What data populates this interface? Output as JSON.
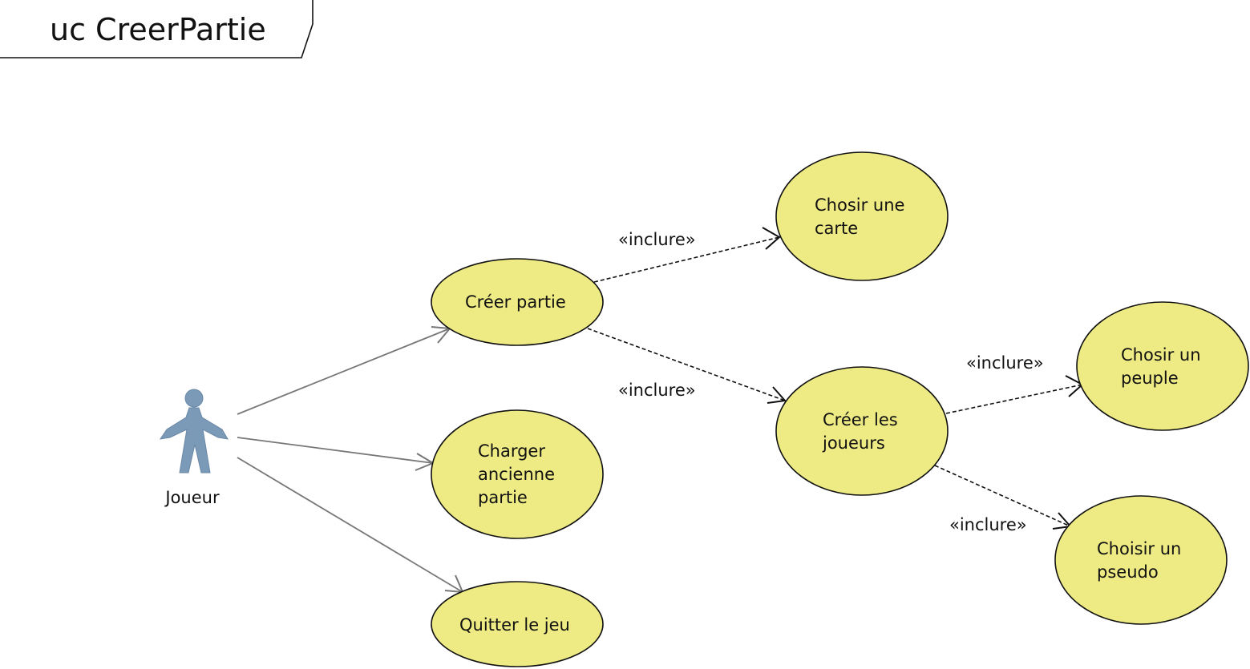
{
  "diagram": {
    "title": "uc CreerPartie",
    "actor": {
      "name": "Joueur"
    },
    "use_cases": {
      "creer_partie": [
        "Créer partie"
      ],
      "charger": [
        "Charger",
        "ancienne",
        "partie"
      ],
      "quitter": [
        "Quitter le jeu"
      ],
      "carte": [
        "Chosir une",
        "carte"
      ],
      "joueurs": [
        "Créer les",
        "joueurs"
      ],
      "peuple": [
        "Chosir un",
        "peuple"
      ],
      "pseudo": [
        "Choisir un",
        "pseudo"
      ]
    },
    "include_label": "«inclure»",
    "colors": {
      "use_case_fill": "#eeeb84",
      "actor": "#7b9ab8",
      "association": "#777777",
      "outline": "#111111"
    }
  }
}
